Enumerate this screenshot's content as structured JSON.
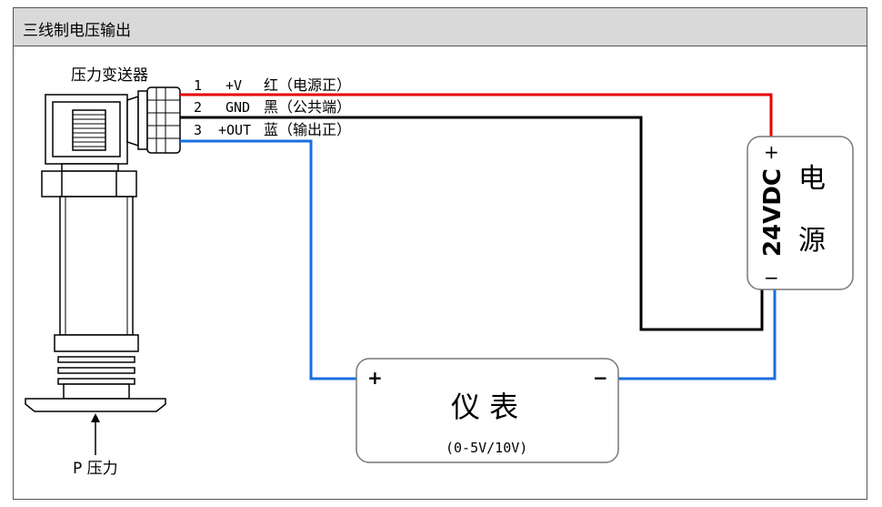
{
  "title": "三线制电压输出",
  "sensor": {
    "label": "压力变送器",
    "pressure_label": "P 压力"
  },
  "wires": [
    {
      "num": "1",
      "name": "+V",
      "color_label": "红（电源正）",
      "color": "#e60000"
    },
    {
      "num": "2",
      "name": "GND",
      "color_label": "黑（公共端）",
      "color": "#000000"
    },
    {
      "num": "3",
      "name": "+OUT",
      "color_label": "蓝（输出正）",
      "color": "#1a6fe0"
    }
  ],
  "power": {
    "voltage": "24VDC",
    "name_top": "电",
    "name_bottom": "源",
    "plus": "+",
    "minus": "−"
  },
  "meter": {
    "name": "仪 表",
    "range": "(0-5V/10V)",
    "plus": "+",
    "minus": "−"
  }
}
